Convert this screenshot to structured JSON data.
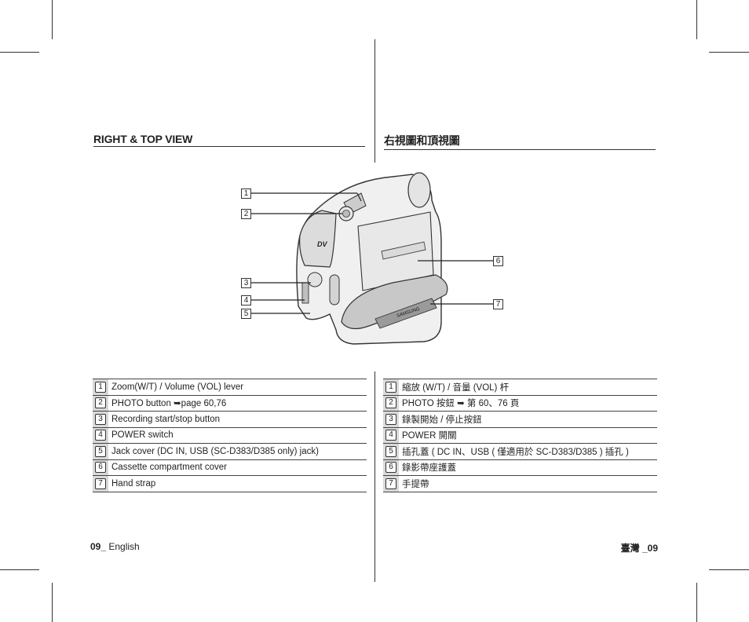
{
  "left": {
    "title": "RIGHT & TOP VIEW",
    "items": [
      {
        "num": "1",
        "text": "Zoom(W/T) / Volume (VOL) lever"
      },
      {
        "num": "2",
        "text": "PHOTO button ➥page 60,76"
      },
      {
        "num": "3",
        "text": "Recording start/stop button"
      },
      {
        "num": "4",
        "text": "POWER switch"
      },
      {
        "num": "5",
        "text": "Jack cover (DC IN, USB (SC-D383/D385 only) jack)"
      },
      {
        "num": "6",
        "text": "Cassette compartment cover"
      },
      {
        "num": "7",
        "text": "Hand strap"
      }
    ],
    "footer_page": "09_",
    "footer_lang": "English"
  },
  "right": {
    "title": "右視圖和頂視圖",
    "items": [
      {
        "num": "1",
        "text": "縮放 (W/T) / 音量 (VOL) 杆"
      },
      {
        "num": "2",
        "text": "PHOTO 按鈕 ➥ 第 60、76 頁"
      },
      {
        "num": "3",
        "text": "錄製開始 / 停止按鈕"
      },
      {
        "num": "4",
        "text": "POWER 開關"
      },
      {
        "num": "5",
        "text": "插孔蓋 ( DC IN、USB ( 僅適用於 SC-D383/D385 ) 插孔 )"
      },
      {
        "num": "6",
        "text": "錄影帶座護蓋"
      },
      {
        "num": "7",
        "text": "手提帶"
      }
    ],
    "footer": "臺灣 _09"
  },
  "figure": {
    "callouts": [
      "1",
      "2",
      "3",
      "4",
      "5",
      "6",
      "7"
    ],
    "dv_logo": "DV",
    "brand_text": "SAMSUNG"
  }
}
